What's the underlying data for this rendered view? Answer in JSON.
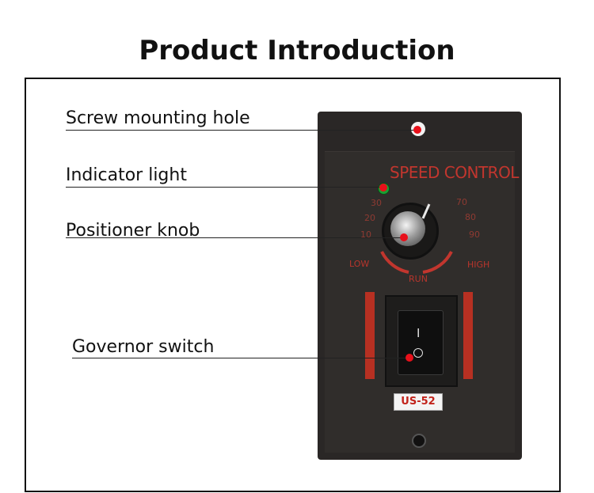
{
  "title": "Product Introduction",
  "callouts": {
    "screw": "Screw mounting hole",
    "indicator": "Indicator light",
    "knob": "Positioner knob",
    "switch": "Governor switch"
  },
  "device": {
    "brand_text": "SPEED CONTROL",
    "scale": [
      "10",
      "20",
      "30",
      "70",
      "80",
      "90"
    ],
    "low_label": "LOW",
    "high_label": "HIGH",
    "run_label": "RUN",
    "switch_on_symbol": "I",
    "model": "US-52"
  },
  "colors": {
    "callout_dot": "#e8101a",
    "indicator": "#1b9e34",
    "device_body": "#2a2726",
    "label_red": "#c2362e"
  }
}
